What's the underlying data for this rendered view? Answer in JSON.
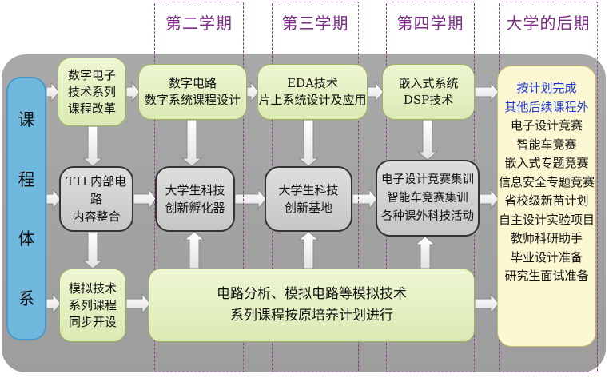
{
  "semesters": [
    {
      "label": "第二学期"
    },
    {
      "label": "第三学期"
    },
    {
      "label": "第四学期"
    },
    {
      "label": "大学的后期"
    }
  ],
  "left_bar": {
    "chars": [
      "课",
      "程",
      "体",
      "系"
    ]
  },
  "top_row": [
    {
      "lines": [
        "数字电子",
        "技术系列",
        "课程改革"
      ]
    },
    {
      "lines": [
        "数字电路",
        "数字系统课程设计"
      ]
    },
    {
      "lines": [
        "EDA技术",
        "片上系统设计及应用"
      ]
    },
    {
      "lines": [
        "嵌入式系统",
        "DSP技术"
      ]
    }
  ],
  "middle_row": [
    {
      "lines": [
        "TTL内部电路",
        "内容整合"
      ]
    },
    {
      "lines": [
        "大学生科技",
        "创新孵化器"
      ]
    },
    {
      "lines": [
        "大学生科技",
        "创新基地"
      ]
    },
    {
      "lines": [
        "电子设计竞赛集训",
        "智能车竞赛集训",
        "各种课外科技活动"
      ]
    }
  ],
  "bottom_left": {
    "lines": [
      "模拟技术",
      "系列课程",
      "同步开设"
    ]
  },
  "bottom_band": {
    "lines": [
      "电路分析、模拟电路等模拟技术",
      "系列课程按原培养计划进行"
    ]
  },
  "later_stage": {
    "highlight": [
      "按计划完成",
      "其他后续课程外"
    ],
    "items": [
      "电子设计竞赛",
      "智能车竞赛",
      "嵌入式专题竞赛",
      "信息安全专题竞赛",
      "省校级新苗计划",
      "自主设计实验项目",
      "教师科研助手",
      "毕业设计准备",
      "研究生面试准备"
    ]
  },
  "colors": {
    "backdrop": "#a3a3a3",
    "left_bar": "#6fb8de",
    "green_box": "#dbeab4",
    "gray_box": "#c6c6c6",
    "yellow_box": "#fbf7d2",
    "dashed_border": "#8b3c8f",
    "highlight_text": "#1d38d6"
  }
}
